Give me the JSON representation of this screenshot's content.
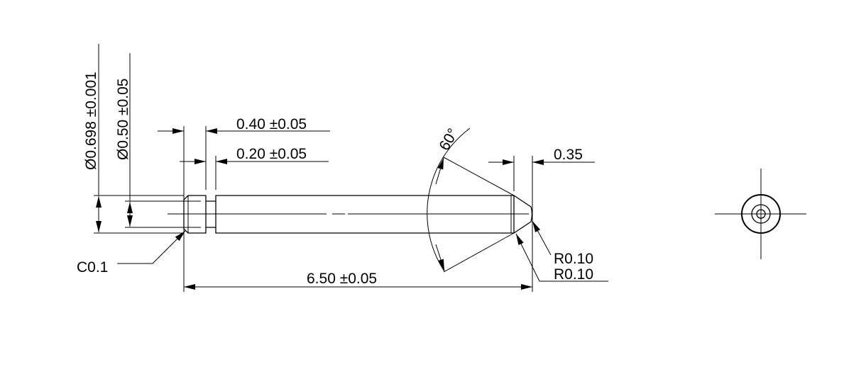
{
  "drawing": {
    "dimensions": {
      "outer_diameter": "Ø0.698 ±0.001",
      "inner_diameter": "Ø0.50 ±0.05",
      "head_length": "0.40 ±0.05",
      "groove_width": "0.20 ±0.05",
      "tip_length": "0.35",
      "cone_angle": "60°",
      "overall_length": "6.50 ±0.05",
      "chamfer": "C0.1",
      "tip_radius": "R0.10",
      "edge_radius": "R0.10"
    }
  }
}
